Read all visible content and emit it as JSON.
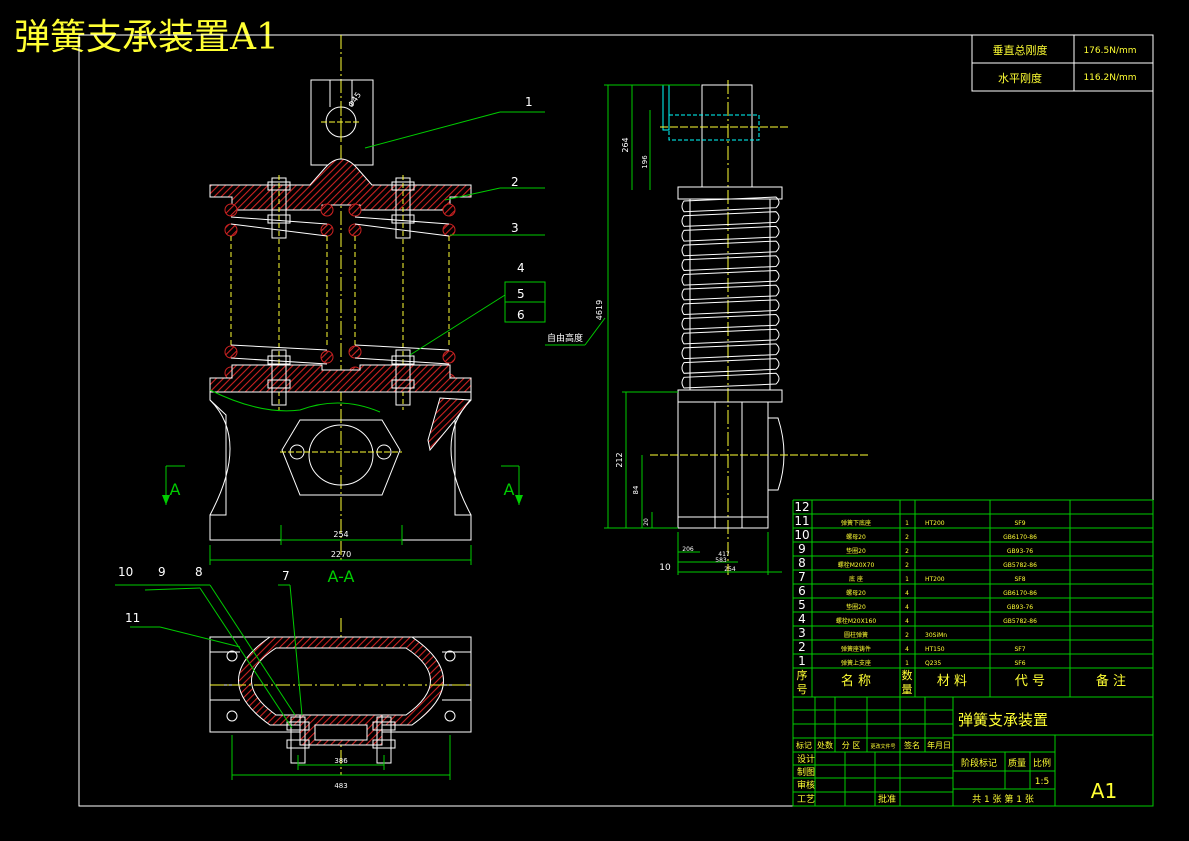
{
  "drawing_title": "弹簧支承装置A1",
  "stiffness_table": {
    "rows": [
      {
        "label": "垂直总刚度",
        "value": "176.5N/mm"
      },
      {
        "label": "水平刚度",
        "value": "116.2N/mm"
      }
    ]
  },
  "part_callouts": [
    "1",
    "2",
    "3",
    "4",
    "5",
    "6",
    "7",
    "8",
    "9",
    "10",
    "11"
  ],
  "section_label": "A-A",
  "section_marker": "A",
  "free_height_label": "自由高度",
  "dimensions": {
    "front_width_inner": "254",
    "front_width_outer": "2270",
    "plan_inner": "386",
    "plan_outer": "483",
    "side_height_total": "4619",
    "side_height_top": "264",
    "side_height_top_small": "196",
    "side_height_bottom": "212",
    "side_height_bottom_small": "84",
    "side_height_base": "20",
    "side_w1": "206",
    "side_w2": "417",
    "side_w3": "583",
    "side_w4": "254",
    "side_left": "10"
  },
  "bom": {
    "rows": [
      {
        "no": "12",
        "name": "",
        "qty": "",
        "material": "",
        "code": "",
        "note": ""
      },
      {
        "no": "11",
        "name": "弹簧下底座",
        "qty": "1",
        "material": "HT200",
        "code": "SF9",
        "note": ""
      },
      {
        "no": "10",
        "name": "螺母20",
        "qty": "2",
        "material": "",
        "code": "GB6170-86",
        "note": ""
      },
      {
        "no": "9",
        "name": "垫圈20",
        "qty": "2",
        "material": "",
        "code": "GB93-76",
        "note": ""
      },
      {
        "no": "8",
        "name": "螺栓M20X70",
        "qty": "2",
        "material": "",
        "code": "GB5782-86",
        "note": ""
      },
      {
        "no": "7",
        "name": "底 座",
        "qty": "1",
        "material": "HT200",
        "code": "SF8",
        "note": ""
      },
      {
        "no": "6",
        "name": "螺母20",
        "qty": "4",
        "material": "",
        "code": "GB6170-86",
        "note": ""
      },
      {
        "no": "5",
        "name": "垫圈20",
        "qty": "4",
        "material": "",
        "code": "GB93-76",
        "note": ""
      },
      {
        "no": "4",
        "name": "螺栓M20X160",
        "qty": "4",
        "material": "",
        "code": "GB5782-86",
        "note": ""
      },
      {
        "no": "3",
        "name": "圆柱弹簧",
        "qty": "2",
        "material": "30SiMn",
        "code": "",
        "note": ""
      },
      {
        "no": "2",
        "name": "弹簧座铸件",
        "qty": "4",
        "material": "HT150",
        "code": "SF7",
        "note": ""
      },
      {
        "no": "1",
        "name": "弹簧上支座",
        "qty": "1",
        "material": "Q235",
        "code": "SF6",
        "note": ""
      }
    ],
    "header": {
      "no": "序号",
      "name": "名  称",
      "qty": "数量",
      "material": "材  料",
      "code": "代  号",
      "note": "备  注"
    }
  },
  "title_block": {
    "name": "弹簧支承装置",
    "rev_headers": [
      "标记",
      "处数",
      "分 区",
      "更改文件号",
      "签名",
      "年月日"
    ],
    "roles": [
      "设计",
      "制图",
      "审核",
      "工艺"
    ],
    "approve": "批准",
    "stage_headers": [
      "阶段标记",
      "质量",
      "比例"
    ],
    "scale": "1:5",
    "sheet": "共 1 张   第 1 张",
    "size": "A1"
  },
  "colors": {
    "yellow": "#ffff33",
    "green": "#00cc00",
    "white": "#ffffff",
    "red": "#cc2222",
    "cyan": "#00ffff"
  }
}
